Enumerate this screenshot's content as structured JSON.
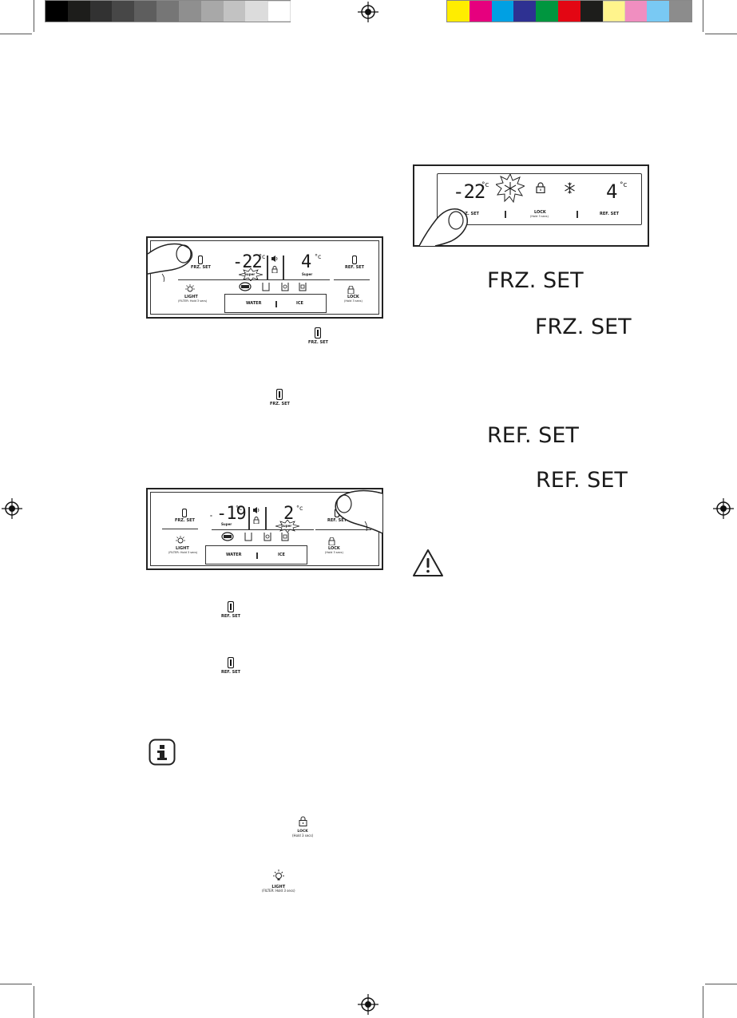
{
  "colors": {
    "gray_ramp": [
      "#000000",
      "#1d1d1b",
      "#323232",
      "#474747",
      "#5e5e5e",
      "#767676",
      "#8f8f8f",
      "#a8a8a8",
      "#c2c2c2",
      "#dcdcdc",
      "#ffffff"
    ],
    "process": [
      "#ffed00",
      "#e6007e",
      "#00a0e3",
      "#2e3192",
      "#00963f",
      "#e30613",
      "#1d1d1b",
      "#fff48c",
      "#f08ec0",
      "#79c9f3",
      "#8c8c8c"
    ]
  },
  "panel1": {
    "frz_set": "FRZ. SET",
    "frz_temp": "-22",
    "frz_super": "Super",
    "deg": "°c",
    "ref_temp": "4",
    "ref_super": "Super",
    "ref_set": "REF. SET",
    "light": "LIGHT",
    "light_sub": "(FILTER: Hold 3 secs)",
    "lock": "LOCK",
    "lock_sub": "(Hold 3 secs)",
    "water": "WATER",
    "ice": "ICE"
  },
  "panel2": {
    "frz_set": "FRZ. SET",
    "frz_temp": "-19",
    "frz_super": "Super",
    "deg": "°c",
    "ref_temp": "2",
    "ref_super": "Super",
    "ref_set": "REF. SET",
    "light": "LIGHT",
    "light_sub": "(FILTER: Hold 3 secs)",
    "lock": "LOCK",
    "lock_sub": "(Hold 3 secs)",
    "water": "WATER",
    "ice": "ICE"
  },
  "panel3": {
    "frz_temp": "-22",
    "deg": "°c",
    "ref_temp": "4",
    "frz_set": "FRZ. SET",
    "lock": "LOCK",
    "lock_sub": "(Hold 3 secs)",
    "ref_set": "REF. SET"
  },
  "inline_icons": {
    "frz_set_1": "FRZ. SET",
    "frz_set_2": "FRZ. SET",
    "ref_set_1": "REF. SET",
    "ref_set_2": "REF. SET",
    "lock": "LOCK",
    "lock_sub": "(Hold 3 secs)",
    "light": "LIGHT",
    "light_sub": "(FILTER: Hold 3 secs)"
  },
  "right_text": {
    "frz_set_1": "FRZ. SET",
    "frz_set_2": "FRZ. SET",
    "ref_set_1": "REF. SET",
    "ref_set_2": "REF. SET"
  }
}
